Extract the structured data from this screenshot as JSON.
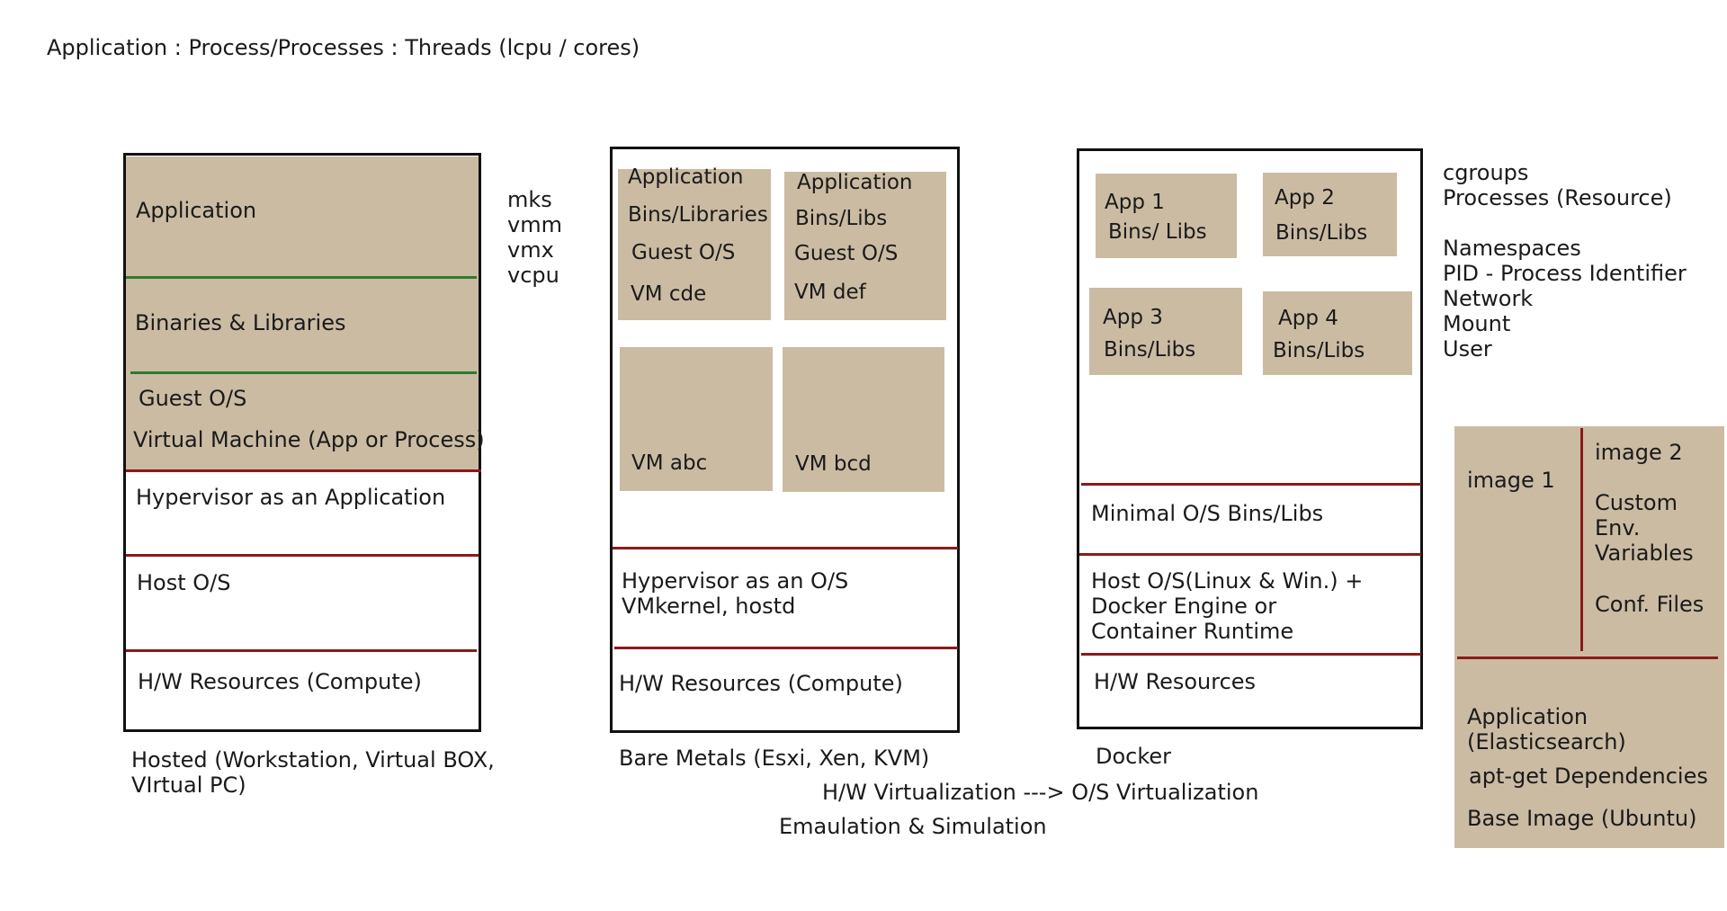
{
  "colors": {
    "tan": "#cbbba3",
    "green_line": "#2f7a2f",
    "red_line": "#8b1a1a",
    "border": "#111111"
  },
  "header": {
    "title": "Application : Process/Processes : Threads (lcpu / cores)"
  },
  "hosted": {
    "application": "Application",
    "binaries": "Binaries & Libraries",
    "guest_os": "Guest O/S",
    "vm": "Virtual Machine (App or Process)",
    "hypervisor": "Hypervisor as an Application",
    "host_os": "Host O/S",
    "hw": "H/W Resources (Compute)",
    "caption_line1": "Hosted (Workstation, Virtual BOX,",
    "caption_line2": "VIrtual PC)"
  },
  "vm_processes": [
    "mks",
    "vmm",
    "vmx",
    "vcpu"
  ],
  "bare_metal": {
    "vm1": {
      "app": "Application",
      "bins": "Bins/Libraries",
      "os": "Guest O/S",
      "name": "VM cde"
    },
    "vm2": {
      "app": "Application",
      "bins": "Bins/Libs",
      "os": "Guest O/S",
      "name": "VM def"
    },
    "vm3": {
      "name": "VM abc"
    },
    "vm4": {
      "name": "VM bcd"
    },
    "hypervisor_line1": "Hypervisor as an O/S",
    "hypervisor_line2": "VMkernel, hostd",
    "hw": "H/W Resources (Compute)",
    "caption": "Bare Metals (Esxi, Xen, KVM)"
  },
  "docker": {
    "app1": {
      "name": "App 1",
      "bins": "Bins/ Libs"
    },
    "app2": {
      "name": "App 2",
      "bins": "Bins/Libs"
    },
    "app3": {
      "name": "App 3",
      "bins": "Bins/Libs"
    },
    "app4": {
      "name": "App 4",
      "bins": "Bins/Libs"
    },
    "minimal_os": "Minimal O/S Bins/Libs",
    "host_line1": "Host O/S(Linux & Win.) +",
    "host_line2": "Docker Engine or",
    "host_line3": "Container Runtime",
    "hw": "H/W Resources",
    "caption": "Docker"
  },
  "footer": {
    "virtualization": "H/W Virtualization ---> O/S Virtualization",
    "emulation": "Emaulation & Simulation"
  },
  "kernel_features": {
    "cgroups": "cgroups",
    "processes": "Processes (Resource)",
    "namespaces": "Namespaces",
    "pid": "PID - Process Identifier",
    "network": "Network",
    "mount": "Mount",
    "user": "User"
  },
  "image_panel": {
    "image1": "image 1",
    "image2": "image 2",
    "custom": "Custom",
    "env": "Env.",
    "variables": "Variables",
    "conf": "Conf. Files",
    "application_line1": "Application",
    "application_line2": "(Elasticsearch)",
    "apt": "apt-get Dependencies",
    "base": "Base Image (Ubuntu)"
  }
}
